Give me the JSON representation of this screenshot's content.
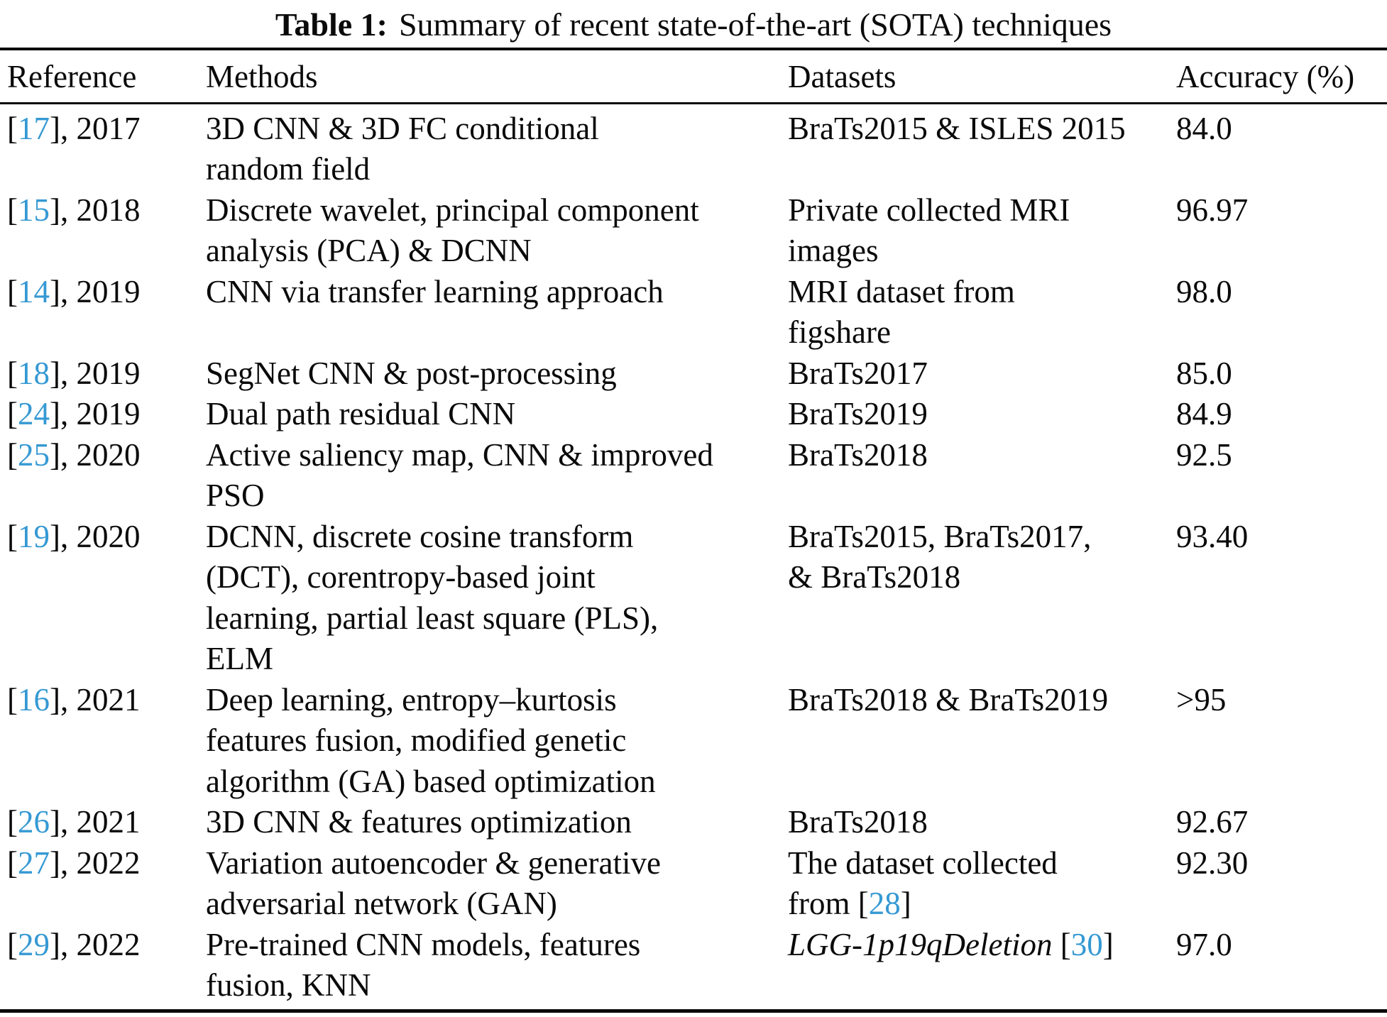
{
  "colors": {
    "citation_link": "#3599d3",
    "text": "#0a0a0a",
    "background": "#ffffff"
  },
  "caption": {
    "label": "Table 1:",
    "text": "Summary of recent state-of-the-art (SOTA) techniques"
  },
  "table": {
    "headers": [
      "Reference",
      "Methods",
      "Datasets",
      "Accuracy (%)"
    ],
    "rows": [
      {
        "ref": "17",
        "year": "2017",
        "methods": "3D CNN & 3D FC conditional\nrandom field",
        "datasets": [
          {
            "t": "BraTs2015 & ISLES 2015"
          }
        ],
        "accuracy": "84.0"
      },
      {
        "ref": "15",
        "year": "2018",
        "methods": "Discrete wavelet, principal component\nanalysis (PCA) & DCNN",
        "datasets": [
          {
            "t": "Private collected MRI\nimages"
          }
        ],
        "accuracy": "96.97"
      },
      {
        "ref": "14",
        "year": "2019",
        "methods": "CNN via transfer learning approach",
        "datasets": [
          {
            "t": "MRI dataset from\nfigshare"
          }
        ],
        "accuracy": "98.0"
      },
      {
        "ref": "18",
        "year": "2019",
        "methods": "SegNet CNN & post-processing",
        "datasets": [
          {
            "t": "BraTs2017"
          }
        ],
        "accuracy": "85.0"
      },
      {
        "ref": "24",
        "year": "2019",
        "methods": "Dual path residual CNN",
        "datasets": [
          {
            "t": "BraTs2019"
          }
        ],
        "accuracy": "84.9"
      },
      {
        "ref": "25",
        "year": "2020",
        "methods": "Active saliency map, CNN & improved\nPSO",
        "datasets": [
          {
            "t": "BraTs2018"
          }
        ],
        "accuracy": "92.5"
      },
      {
        "ref": "19",
        "year": "2020",
        "methods": "DCNN, discrete cosine transform\n(DCT), corentropy-based joint\nlearning, partial least square (PLS),\nELM",
        "datasets": [
          {
            "t": "BraTs2015, BraTs2017,\n& BraTs2018"
          }
        ],
        "accuracy": "93.40"
      },
      {
        "ref": "16",
        "year": "2021",
        "methods": "Deep learning, entropy–kurtosis\nfeatures fusion, modified genetic\nalgorithm (GA) based optimization",
        "datasets": [
          {
            "t": "BraTs2018 & BraTs2019"
          }
        ],
        "accuracy": ">95"
      },
      {
        "ref": "26",
        "year": "2021",
        "methods": "3D CNN & features optimization",
        "datasets": [
          {
            "t": "BraTs2018"
          }
        ],
        "accuracy": "92.67"
      },
      {
        "ref": "27",
        "year": "2022",
        "methods": "Variation autoencoder & generative\nadversarial network (GAN)",
        "datasets": [
          {
            "t": "The dataset collected\nfrom ["
          },
          {
            "t": "28",
            "c": "cite"
          },
          {
            "t": "]"
          }
        ],
        "accuracy": "92.30"
      },
      {
        "ref": "29",
        "year": "2022",
        "methods": "Pre-trained CNN models, features\nfusion, KNN",
        "datasets": [
          {
            "t": "LGG-1p19qDeletion",
            "c": "italic"
          },
          {
            "t": " ["
          },
          {
            "t": "30",
            "c": "cite"
          },
          {
            "t": "]"
          }
        ],
        "accuracy": "97.0"
      }
    ]
  }
}
